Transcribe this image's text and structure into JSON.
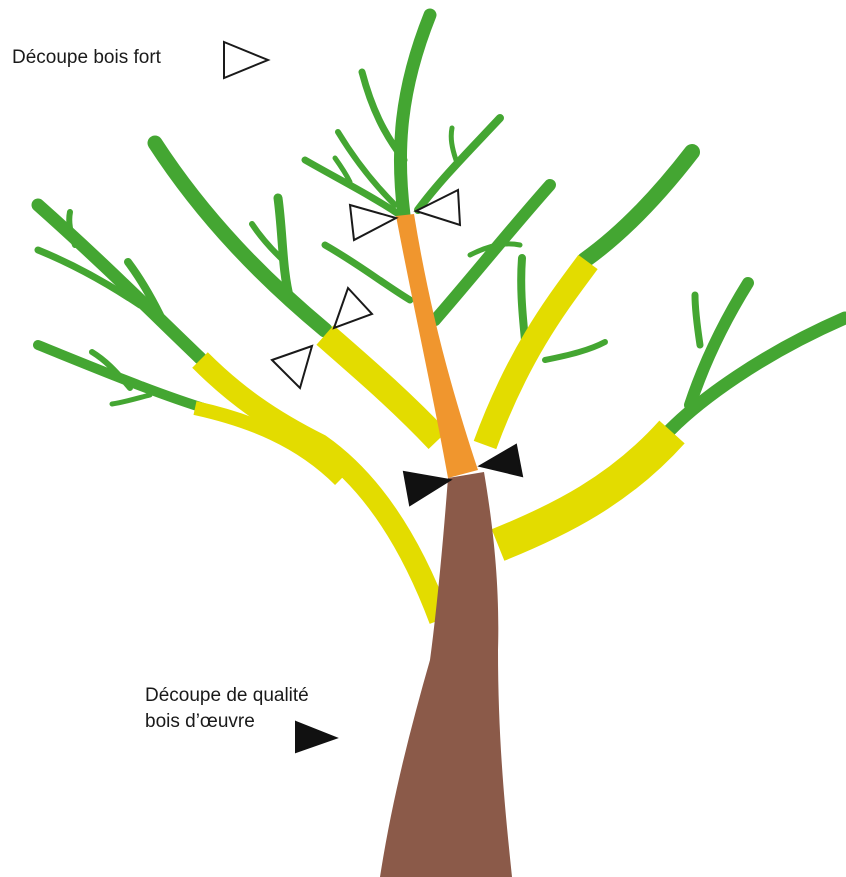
{
  "legend": {
    "white_label": "Découpe bois fort",
    "black_label_line1": "Découpe de qualité",
    "black_label_line2": "bois d’œuvre"
  },
  "colors": {
    "trunk": "#8b5a49",
    "core": "#f0962e",
    "yellow": "#e3dc00",
    "green": "#44a632",
    "marker_stroke": "#1a1a1a",
    "marker_open_fill": "#ffffff",
    "marker_solid_fill": "#111111"
  }
}
